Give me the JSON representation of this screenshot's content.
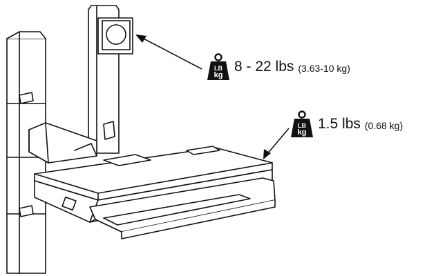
{
  "callouts": {
    "monitor": {
      "icon": "weight-icon",
      "icon_text_top": "LB",
      "icon_text_bottom": "kg",
      "main": "8 - 22 lbs",
      "sub": "(3.63-10 kg)"
    },
    "tray": {
      "icon": "weight-icon",
      "icon_text_top": "LB",
      "icon_text_bottom": "kg",
      "main": "1.5 lbs",
      "sub": "(0.68 kg)"
    }
  },
  "colors": {
    "line": "#111111",
    "icon_fill": "#111111",
    "background": "#ffffff"
  }
}
